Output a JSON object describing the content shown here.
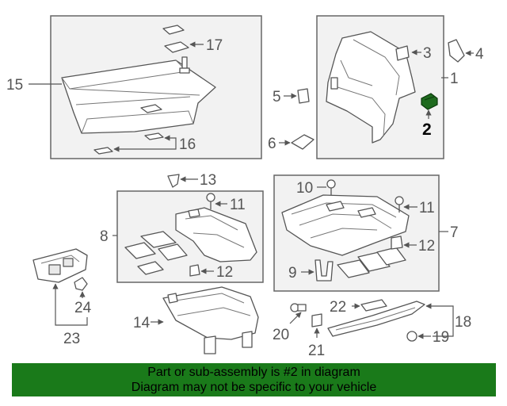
{
  "callouts": {
    "c1": "1",
    "c2": "2",
    "c3": "3",
    "c4": "4",
    "c5": "5",
    "c6": "6",
    "c7": "7",
    "c8": "8",
    "c9": "9",
    "c10": "10",
    "c11a": "11",
    "c11b": "11",
    "c12a": "12",
    "c12b": "12",
    "c13": "13",
    "c14": "14",
    "c15": "15",
    "c16": "16",
    "c17": "17",
    "c18": "18",
    "c19": "19",
    "c20": "20",
    "c21": "21",
    "c22": "22",
    "c23": "23",
    "c24": "24"
  },
  "highlight_part": "2",
  "colors": {
    "banner_background": "#1a7a1a",
    "highlight_part": "#1f6b1f",
    "box_fill": "#f2f2f2",
    "line": "#555555"
  },
  "banner": {
    "line1": "Part or sub-assembly is #2 in diagram",
    "line2": "Diagram may not be specific to your vehicle"
  }
}
